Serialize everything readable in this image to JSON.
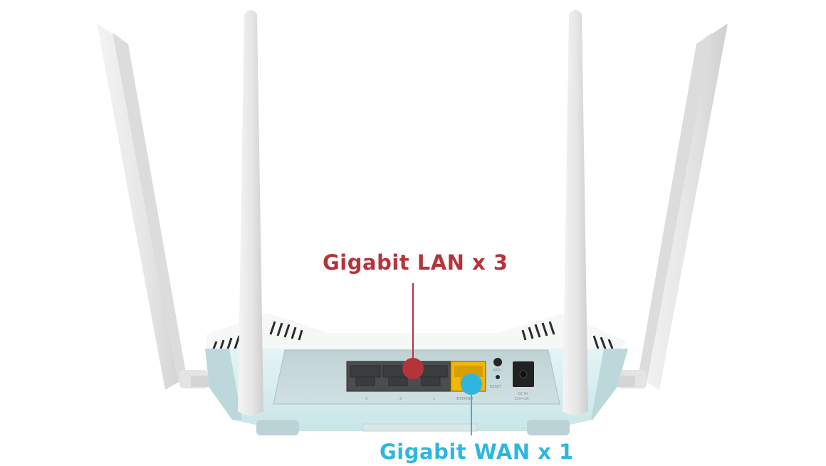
{
  "product": {
    "description": "Wi-Fi router rear view with four antennas"
  },
  "callouts": {
    "lan": {
      "text": "Gigabit LAN x 3",
      "color": "#b5343a"
    },
    "wan": {
      "text": "Gigabit WAN x 1",
      "color": "#2fb6e0"
    }
  },
  "ports": {
    "lan_labels": [
      "3",
      "2",
      "1"
    ],
    "internet_label": "INTERNET",
    "wps_label": "WPS",
    "reset_label": "RESET",
    "power_label_line1": "DC IN",
    "power_label_line2": "12V⎓1A"
  },
  "colors": {
    "body": "#d8eef0",
    "panel": "#c4d6d8",
    "antenna": "#ededed",
    "lan_port": "#4a4d4f",
    "wan_port": "#f2b705"
  }
}
